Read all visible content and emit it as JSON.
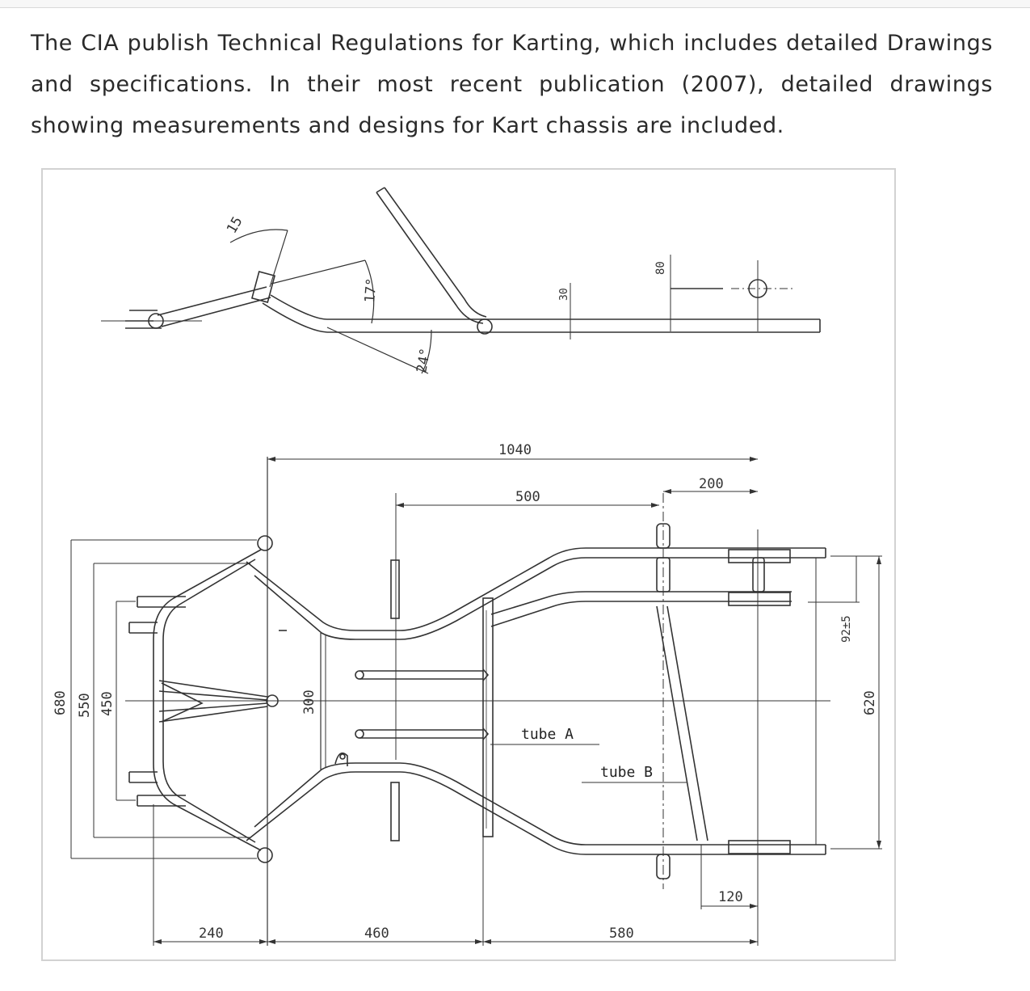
{
  "intro_text": "The CIA publish Technical Regulations for Karting, which includes detailed Drawings and specifications. In their most recent publication (2007), detailed drawings showing measurements and designs for Kart chassis are included.",
  "side_view": {
    "angle_15": "15",
    "angle_17": "17°",
    "angle_24": "24°",
    "dim_30": "30",
    "dim_80": "80"
  },
  "top_view": {
    "dim_1040": "1040",
    "dim_500": "500",
    "dim_200": "200",
    "dim_680": "680",
    "dim_550": "550",
    "dim_450": "450",
    "dim_300": "300",
    "dim_92": "92±5",
    "dim_620": "620",
    "dim_120": "120",
    "dim_240": "240",
    "dim_460": "460",
    "dim_580": "580",
    "tube_a": "tube A",
    "tube_b": "tube B"
  }
}
